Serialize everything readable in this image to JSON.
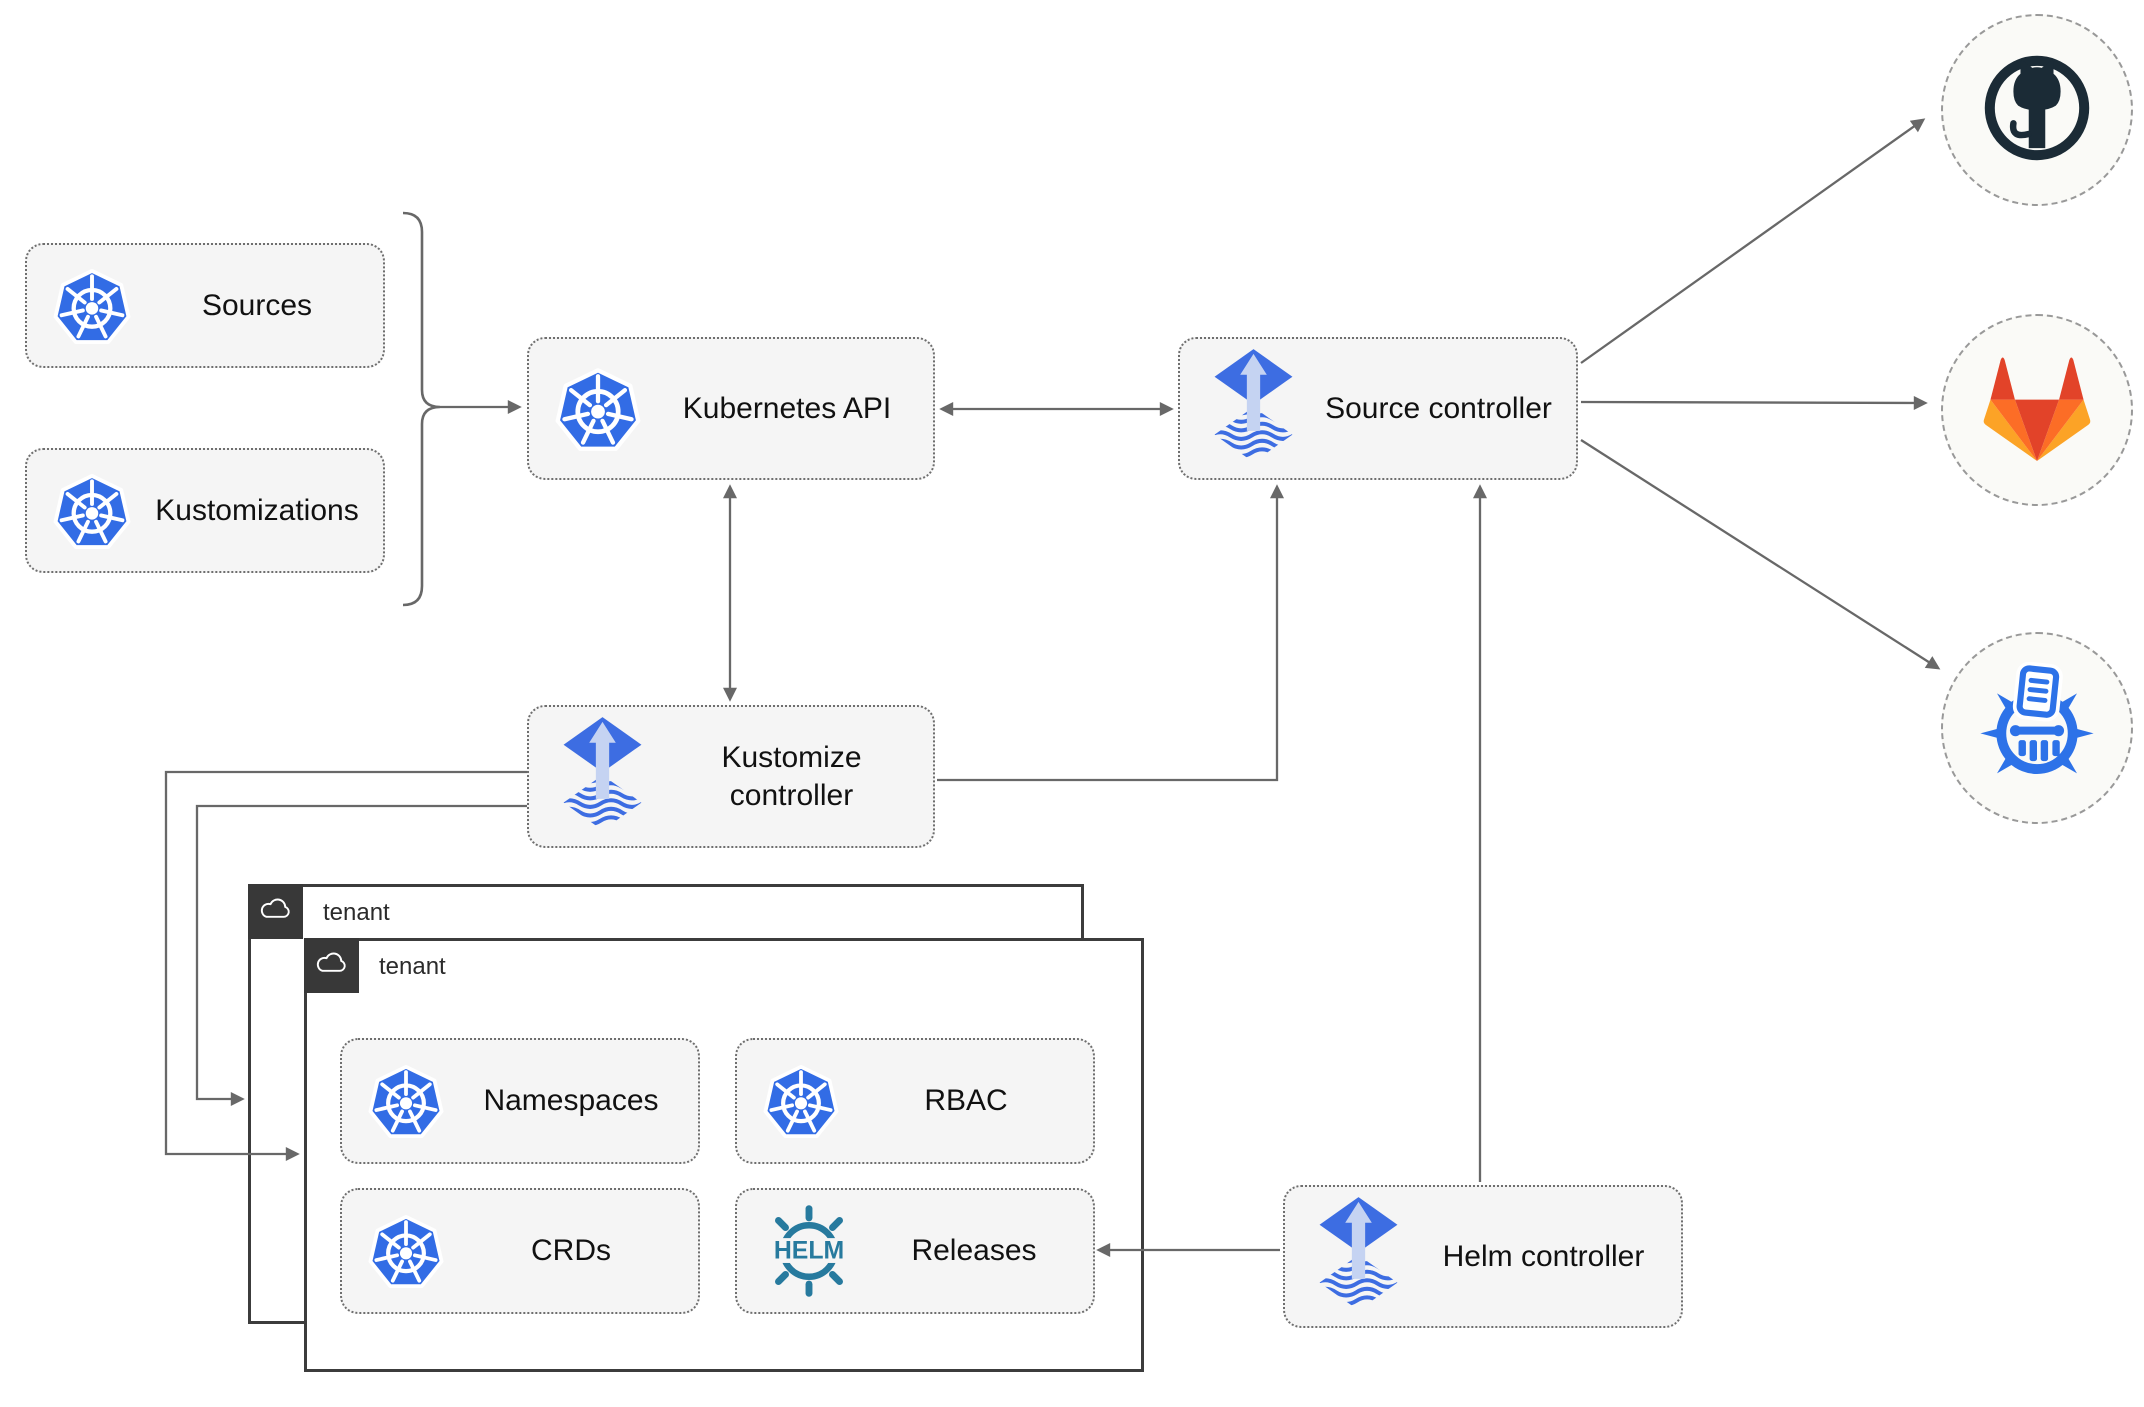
{
  "nodes": {
    "sources": {
      "label": "Sources",
      "icon": "kubernetes-icon"
    },
    "kustomizations": {
      "label": "Kustomizations",
      "icon": "kubernetes-icon"
    },
    "kubernetes_api": {
      "label": "Kubernetes API",
      "icon": "kubernetes-icon"
    },
    "source_controller": {
      "label": "Source controller",
      "icon": "flux-icon"
    },
    "kustomize_controller": {
      "label": "Kustomize controller",
      "icon": "flux-icon"
    },
    "helm_controller": {
      "label": "Helm controller",
      "icon": "flux-icon"
    },
    "namespaces": {
      "label": "Namespaces",
      "icon": "kubernetes-icon"
    },
    "rbac": {
      "label": "RBAC",
      "icon": "kubernetes-icon"
    },
    "crds": {
      "label": "CRDs",
      "icon": "kubernetes-icon"
    },
    "releases": {
      "label": "Releases",
      "icon": "helm-icon",
      "icon_text": "HELM"
    }
  },
  "groups": {
    "tenant_outer": {
      "label": "tenant",
      "icon": "cloud-icon"
    },
    "tenant_inner": {
      "label": "tenant",
      "icon": "cloud-icon"
    }
  },
  "remotes": {
    "github": {
      "icon": "github-icon"
    },
    "gitlab": {
      "icon": "gitlab-icon"
    },
    "registry": {
      "icon": "container-registry-icon"
    }
  },
  "edges": [
    {
      "from": "sources-and-kustomizations-brace",
      "to": "kubernetes_api",
      "style": "arrow"
    },
    {
      "from": "kubernetes_api",
      "to": "source_controller",
      "style": "double-arrow"
    },
    {
      "from": "kubernetes_api",
      "to": "kustomize_controller",
      "style": "double-arrow"
    },
    {
      "from": "kustomize_controller",
      "to": "source_controller",
      "style": "arrow"
    },
    {
      "from": "kustomize_controller",
      "to": "tenant_outer",
      "style": "arrow"
    },
    {
      "from": "kustomize_controller",
      "to": "tenant_inner",
      "style": "arrow"
    },
    {
      "from": "helm_controller",
      "to": "source_controller",
      "style": "arrow"
    },
    {
      "from": "helm_controller",
      "to": "releases",
      "style": "arrow"
    },
    {
      "from": "source_controller",
      "to": "github",
      "style": "arrow"
    },
    {
      "from": "source_controller",
      "to": "gitlab",
      "style": "arrow"
    },
    {
      "from": "source_controller",
      "to": "registry",
      "style": "arrow"
    }
  ],
  "colors": {
    "kubernetes_blue": "#326CE5",
    "flux_blue": "#3D6DE2",
    "flux_light_blue": "#C5D3F2",
    "helm_teal": "#277A9E",
    "github_dark": "#1B2B36",
    "gitlab_red": "#E24329",
    "gitlab_orange": "#FC6D26",
    "gitlab_light_orange": "#FCA326",
    "registry_blue": "#2D72E8",
    "connector_gray": "#686868",
    "node_background": "#F5F5F5",
    "tenant_border": "#3C3C3C"
  }
}
